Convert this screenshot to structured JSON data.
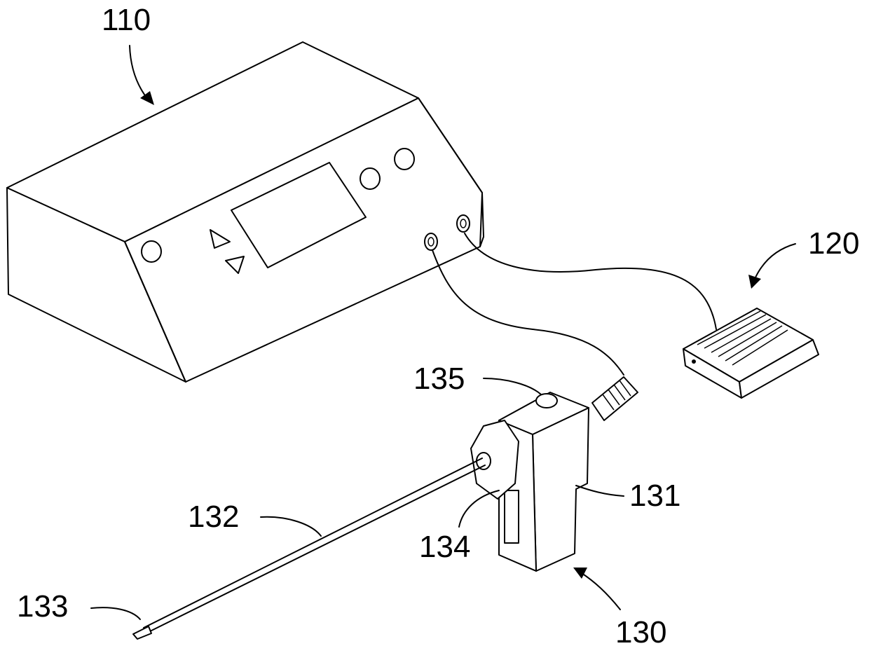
{
  "labels": {
    "console": "110",
    "foot_pedal": "120",
    "handpiece": "130",
    "housing": "131",
    "shaft": "132",
    "tip": "133",
    "knob": "134",
    "button": "135"
  }
}
